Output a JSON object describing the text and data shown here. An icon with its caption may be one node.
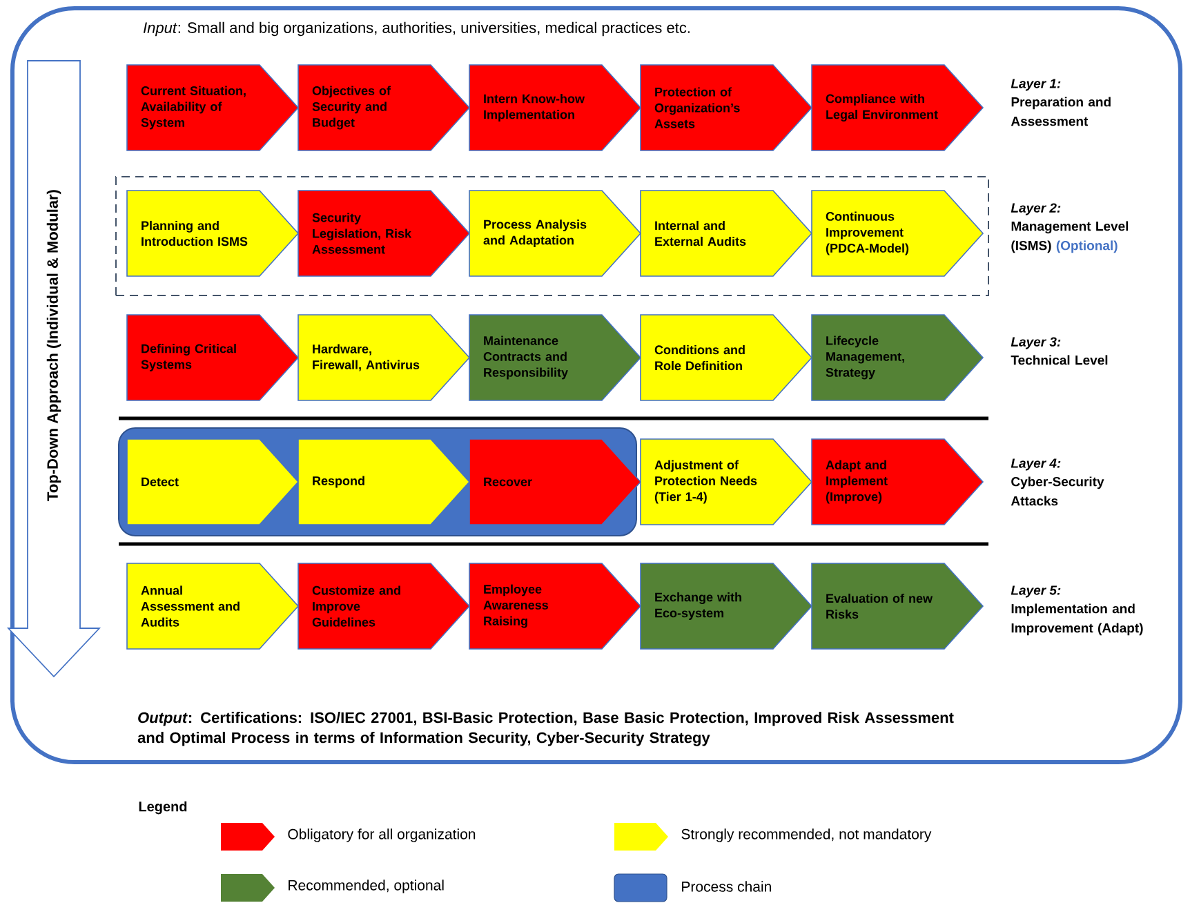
{
  "diagram": {
    "nodes": [
      {
        "text": [
          "*Input*: Small and big organizations, authorities, universities, medical practices etc.",
          "*Output*: Certifications: ISO/IEC 27001, BSI-Basic Protection, Base Basic Protection, Improved Risk Assessment and Optimal Process in terms of Information Security, Cyber-Security Strategy"
        ]
      },
      {
        "text": [
          "Top-Down Approach (Individual & Modular)"
        ],
        "in": 0
      },
      {
        "text": [
          "Current Situation, Availability of System"
        ],
        "in": 0
      },
      {
        "text": [
          "Objectives of Security and Budget"
        ],
        "in": 0
      },
      {
        "text": [
          "Intern Know-how Implementation"
        ],
        "in": 0
      },
      {
        "text": [
          "Protection of Organization’s Assets"
        ],
        "in": 0
      },
      {
        "text": [
          "Compliance with Legal Environment"
        ],
        "in": 0
      },
      {
        "text": [],
        "shape": "box",
        "in": 0
      },
      {
        "text": [
          "Planning and Introduction ISMS"
        ],
        "in": 7
      },
      {
        "text": [
          "Security Legislation, Risk Assessment"
        ],
        "in": 7
      },
      {
        "text": [
          "Process Analysis and Adaptation"
        ],
        "in": 7
      },
      {
        "text": [
          "Internal and External Audits"
        ],
        "in": 7
      },
      {
        "text": [
          "Continuous Improvement (PDCA-Model)"
        ],
        "in": 7
      },
      {
        "text": [
          "Defining Critical Systems"
        ],
        "in": 0
      },
      {
        "text": [
          "Hardware, Firewall, Antivirus"
        ],
        "in": 0
      },
      {
        "text": [
          "Maintenance Contracts and Responsibility"
        ],
        "in": 0
      },
      {
        "text": [
          "Conditions and Role Definition"
        ],
        "in": 0
      },
      {
        "text": [
          "Lifecycle Management, Strategy"
        ],
        "in": 0
      },
      {
        "text": [],
        "shape": "box",
        "in": 0
      },
      {
        "text": [
          "Detect"
        ],
        "in": 18
      },
      {
        "text": [
          "Respond"
        ],
        "in": 18
      },
      {
        "text": [
          "Recover"
        ],
        "in": 18
      },
      {
        "text": [
          "Adjustment of Protection Needs (Tier 1-4)"
        ],
        "in": 0
      },
      {
        "text": [
          "Adapt and Implement (Improve)"
        ],
        "in": 0
      },
      {
        "text": [
          "Annual Assessment and Audits"
        ],
        "in": 0
      },
      {
        "text": [
          "Customize and Improve Guidelines"
        ],
        "in": 0
      },
      {
        "text": [
          "Employee Awareness Raising"
        ],
        "in": 0
      },
      {
        "text": [
          "Exchange with Eco-system"
        ],
        "in": 0
      },
      {
        "text": [
          "Evaluation of new Risks"
        ],
        "in": 0
      }
    ],
    "labels": [
      "Layer 1:",
      "Preparation and Assessment",
      "Layer 2:",
      "Management Level (ISMS)",
      "(Optional)",
      "Layer 3:",
      "Technical Level",
      "Layer 4:",
      "Cyber-Security Attacks",
      "Layer 5:",
      "Implementation and Improvement (Adapt)",
      "Legend"
    ],
    "legend": [
      {
        "text": "Obligatory for all organization",
        "color": "#ff0000"
      },
      {
        "text": "Strongly recommended, not mandatory",
        "color": "#ffff00"
      },
      {
        "text": "Recommended, optional",
        "color": "#548235"
      },
      {
        "text": "Process chain",
        "color": "#4472c4"
      }
    ]
  }
}
